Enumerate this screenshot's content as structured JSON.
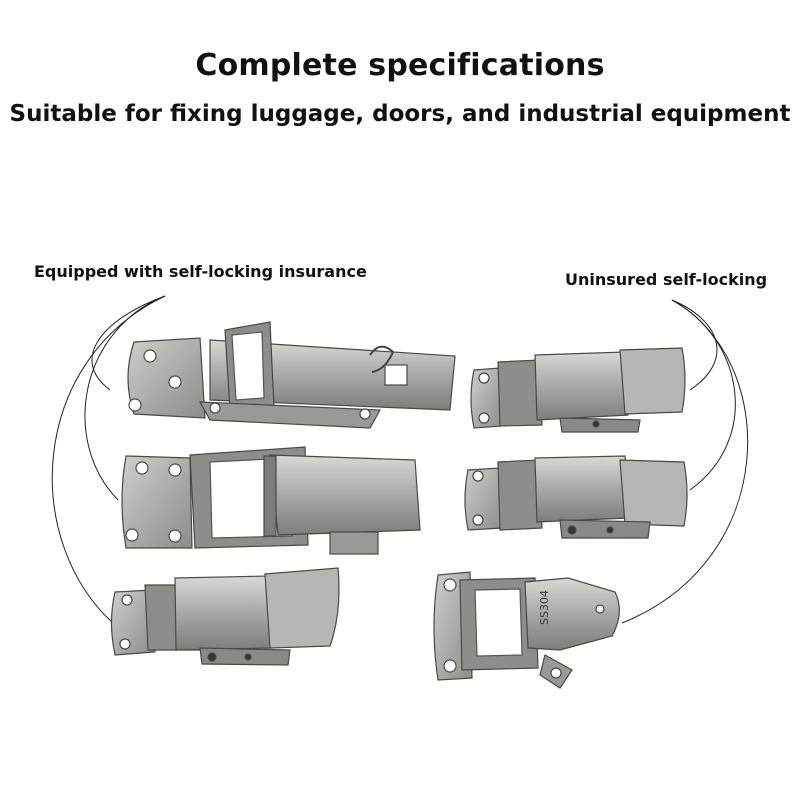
{
  "header": {
    "title": "Complete specifications",
    "subtitle": "Suitable for fixing luggage, doors, and industrial equipment"
  },
  "labels": {
    "self_locking": "Equipped with self-locking insurance",
    "uninsured": "Uninsured self-locking"
  },
  "stamp": "SS304",
  "colors": {
    "steel_light": "#c9c8c4",
    "steel_mid": "#9c9b97",
    "steel_dark": "#5a5955",
    "text": "#111111"
  }
}
